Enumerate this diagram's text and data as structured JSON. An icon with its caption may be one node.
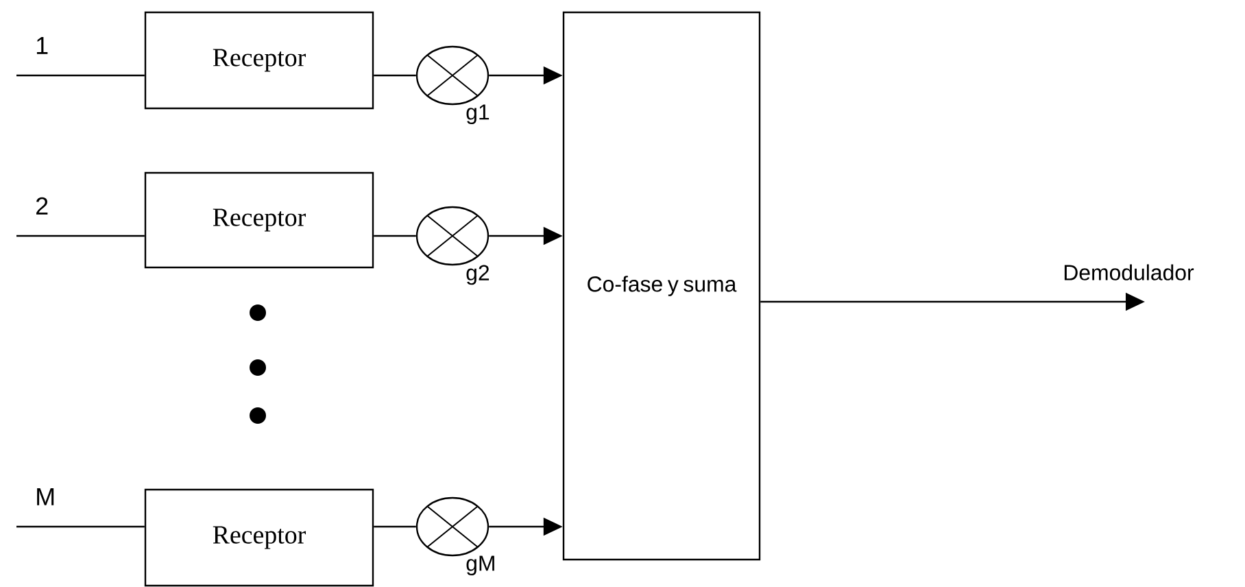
{
  "diagram": {
    "nodes": [
      {
        "text": [
          "Receptor"
        ]
      },
      {
        "text": [
          "Receptor"
        ]
      },
      {
        "text": [
          "Receptor"
        ]
      },
      {
        "text": [],
        "shape": "circle",
        "beside": [
          "g1"
        ]
      },
      {
        "text": [],
        "shape": "circle",
        "beside": [
          "g2"
        ]
      },
      {
        "text": [],
        "shape": "circle",
        "beside": [
          "gM"
        ]
      },
      {
        "text": [
          "Co-fase y suma"
        ]
      }
    ],
    "edges": [
      {
        "from": null,
        "to": 0,
        "arrow": "none",
        "label": "1"
      },
      {
        "from": null,
        "to": 1,
        "arrow": "none",
        "label": "2"
      },
      {
        "from": null,
        "to": 2,
        "arrow": "none",
        "label": "M"
      },
      {
        "from": 0,
        "to": 3,
        "arrow": "none"
      },
      {
        "from": 1,
        "to": 4,
        "arrow": "none"
      },
      {
        "from": 2,
        "to": 5,
        "arrow": "none"
      },
      {
        "from": 3,
        "to": 6,
        "arrow": "to"
      },
      {
        "from": 4,
        "to": 6,
        "arrow": "to"
      },
      {
        "from": 5,
        "to": 6,
        "arrow": "to"
      },
      {
        "from": 6,
        "to": null,
        "arrow": "to",
        "label": "Demodulador"
      }
    ]
  }
}
